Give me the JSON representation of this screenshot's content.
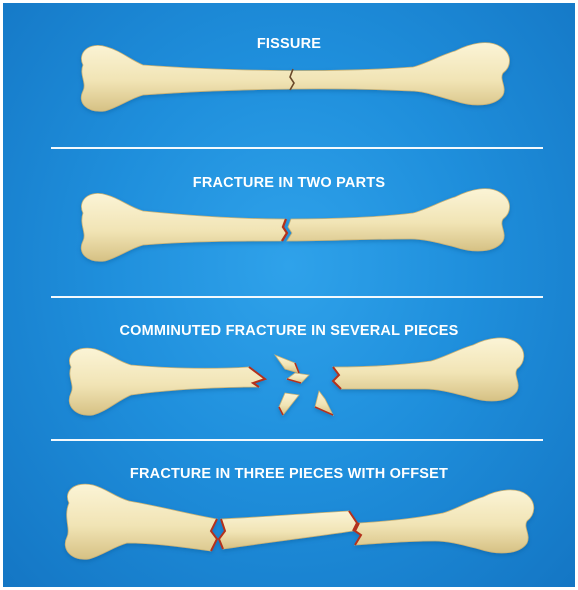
{
  "sections": [
    {
      "title": "FISSURE"
    },
    {
      "title": "FRACTURE IN TWO PARTS"
    },
    {
      "title": "COMMINUTED FRACTURE IN SEVERAL PIECES"
    },
    {
      "title": "FRACTURE IN THREE PIECES WITH OFFSET"
    }
  ],
  "colors": {
    "background": "#1f8fdc",
    "bone": "#f3e8bf",
    "bone_shadow": "#d8c48a",
    "fracture": "#b3311c",
    "divider": "#ffffff",
    "title_text": "#ffffff"
  }
}
